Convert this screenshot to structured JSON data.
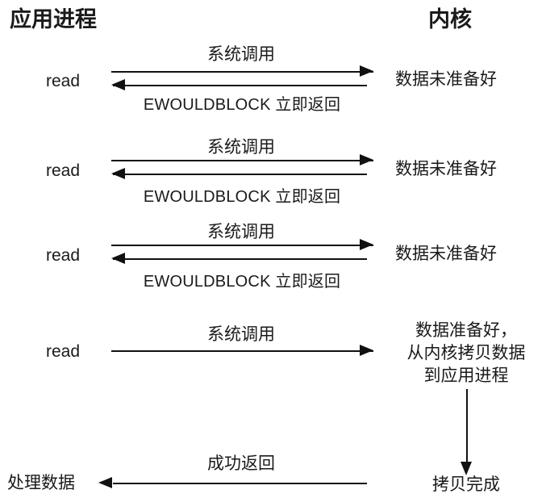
{
  "diagram": {
    "title_left": "应用进程",
    "title_right": "内核",
    "call_label": "系统调用",
    "ewouldblock_label": "EWOULDBLOCK 立即返回",
    "read_label": "read",
    "not_ready_label": "数据未准备好",
    "success_label": "成功返回",
    "process_data_label": "处理数据",
    "copy_done_label": "拷贝完成",
    "ready_line1": "数据准备好，",
    "ready_line2": "从内核拷贝数据",
    "ready_line3": "到应用进程",
    "line_color": "#111111",
    "background_color": "#ffffff",
    "blocks": [
      {
        "read": "read",
        "call": "系统调用",
        "ret": "EWOULDBLOCK 立即返回",
        "kernel": "数据未准备好"
      },
      {
        "read": "read",
        "call": "系统调用",
        "ret": "EWOULDBLOCK 立即返回",
        "kernel": "数据未准备好"
      },
      {
        "read": "read",
        "call": "系统调用",
        "ret": "EWOULDBLOCK 立即返回",
        "kernel": "数据未准备好"
      },
      {
        "read": "read",
        "call": "系统调用",
        "ret": "",
        "kernel": "数据准备好，从内核拷贝数据到应用进程"
      }
    ]
  }
}
